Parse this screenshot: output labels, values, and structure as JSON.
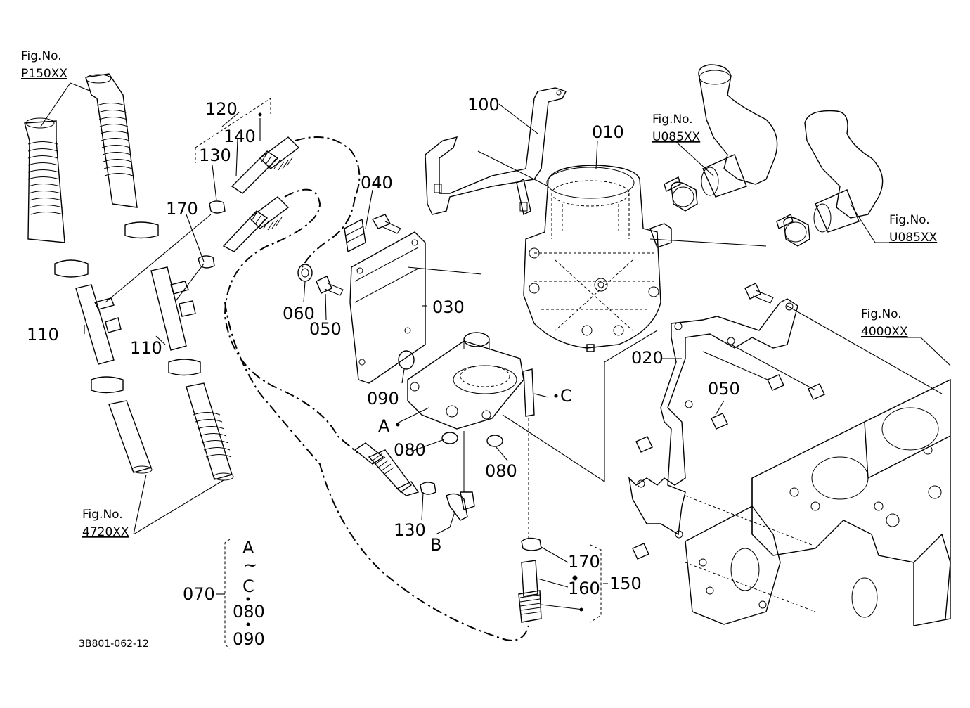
{
  "diagram": {
    "drawing_code": "3B801-062-12",
    "fig_refs": [
      {
        "label": "Fig.No.",
        "code": "P150XX"
      },
      {
        "label": "Fig.No.",
        "code": "U085XX"
      },
      {
        "label": "Fig.No.",
        "code": "U085XX"
      },
      {
        "label": "Fig.No.",
        "code": "4000XX"
      },
      {
        "label": "Fig.No.",
        "code": "4720XX"
      }
    ],
    "callouts": {
      "c010": "010",
      "c020": "020",
      "c030": "030",
      "c040": "040",
      "c050a": "050",
      "c050b": "050",
      "c060": "060",
      "c080a": "080",
      "c080b": "080",
      "c090": "090",
      "c100": "100",
      "c110a": "110",
      "c110b": "110",
      "c120": "120",
      "c130a": "130",
      "c130b": "130",
      "c140": "140",
      "c150": "150",
      "c160": "160",
      "c170a": "170",
      "c170b": "170",
      "pointA": "A",
      "pointB": "B",
      "pointC": "C"
    },
    "kit": {
      "number": "070",
      "range_start": "A",
      "tilde": "~",
      "range_end": "C",
      "items": [
        "080",
        "090"
      ]
    }
  }
}
